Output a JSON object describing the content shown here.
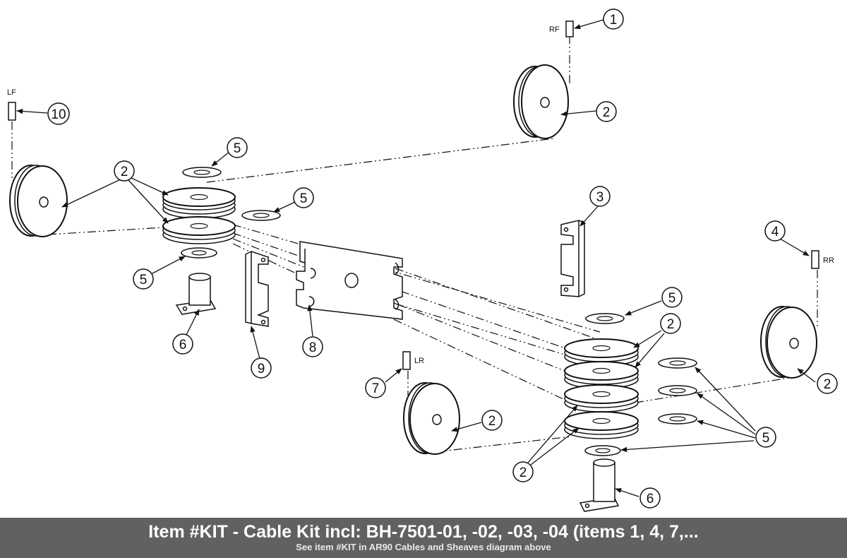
{
  "caption": {
    "title": "Item #KIT - Cable Kit incl: BH-7501-01, -02, -03, -04 (items 1, 4, 7,...",
    "subtitle": "See item #KIT in AR90 Cables and Sheaves diagram above"
  },
  "corner_labels": {
    "rf": "RF",
    "lf": "LF",
    "rr": "RR",
    "lr": "LR"
  },
  "callouts": {
    "c1": "1",
    "c2_rf_sheave": "2",
    "c10": "10",
    "c2_lf_stack": "2",
    "c5_top": "5",
    "c5_mid": "5",
    "c5_left": "5",
    "c6_left": "6",
    "c9": "9",
    "c8": "8",
    "c3": "3",
    "c4": "4",
    "c5_right_top": "5",
    "c2_right_stack": "2",
    "c2_rr_sheave": "2",
    "c7": "7",
    "c2_lr_sheave": "2",
    "c5_right_group": "5",
    "c2_bottom_stack": "2",
    "c6_right": "6"
  },
  "colors": {
    "ink": "#111111",
    "caption_bar": "#616161",
    "caption_text": "#ffffff"
  }
}
